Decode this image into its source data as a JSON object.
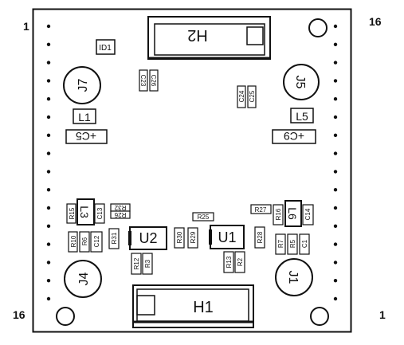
{
  "pins": {
    "top_left": "1",
    "top_right": "16",
    "bottom_left": "16",
    "bottom_right": "1"
  },
  "headers": {
    "top": "H2",
    "bottom": "H1"
  },
  "ics": {
    "left": "U2",
    "right": "U1"
  },
  "inductors": {
    "left": "L1",
    "right": "L5"
  },
  "coils": {
    "left": "L3",
    "right": "L6"
  },
  "caps_large": {
    "left": "+C5",
    "right": "+C9"
  },
  "jacks": {
    "top_left": "J7",
    "top_right": "J5",
    "bottom_left": "J4",
    "bottom_right": "J1"
  },
  "id_label": "ID1",
  "small_parts": {
    "c23": "C23",
    "c26": "C26",
    "c24": "C24",
    "c25": "C25",
    "r15": "R15",
    "c13": "C13",
    "r10": "R10",
    "r6": "R6",
    "c12": "C12",
    "r32": "R32",
    "r26": "R26",
    "r31": "R31",
    "r12": "R12",
    "r3": "R3",
    "r30": "R30",
    "r29": "R29",
    "r25": "R25",
    "r13": "R13",
    "r2": "R2",
    "r28": "R28",
    "r27": "R27",
    "r16": "R16",
    "c14": "C14",
    "r7": "R7",
    "r5": "R5",
    "c1": "C1"
  },
  "colors": {
    "ink": "#111111",
    "board_bg": "#ffffff"
  }
}
